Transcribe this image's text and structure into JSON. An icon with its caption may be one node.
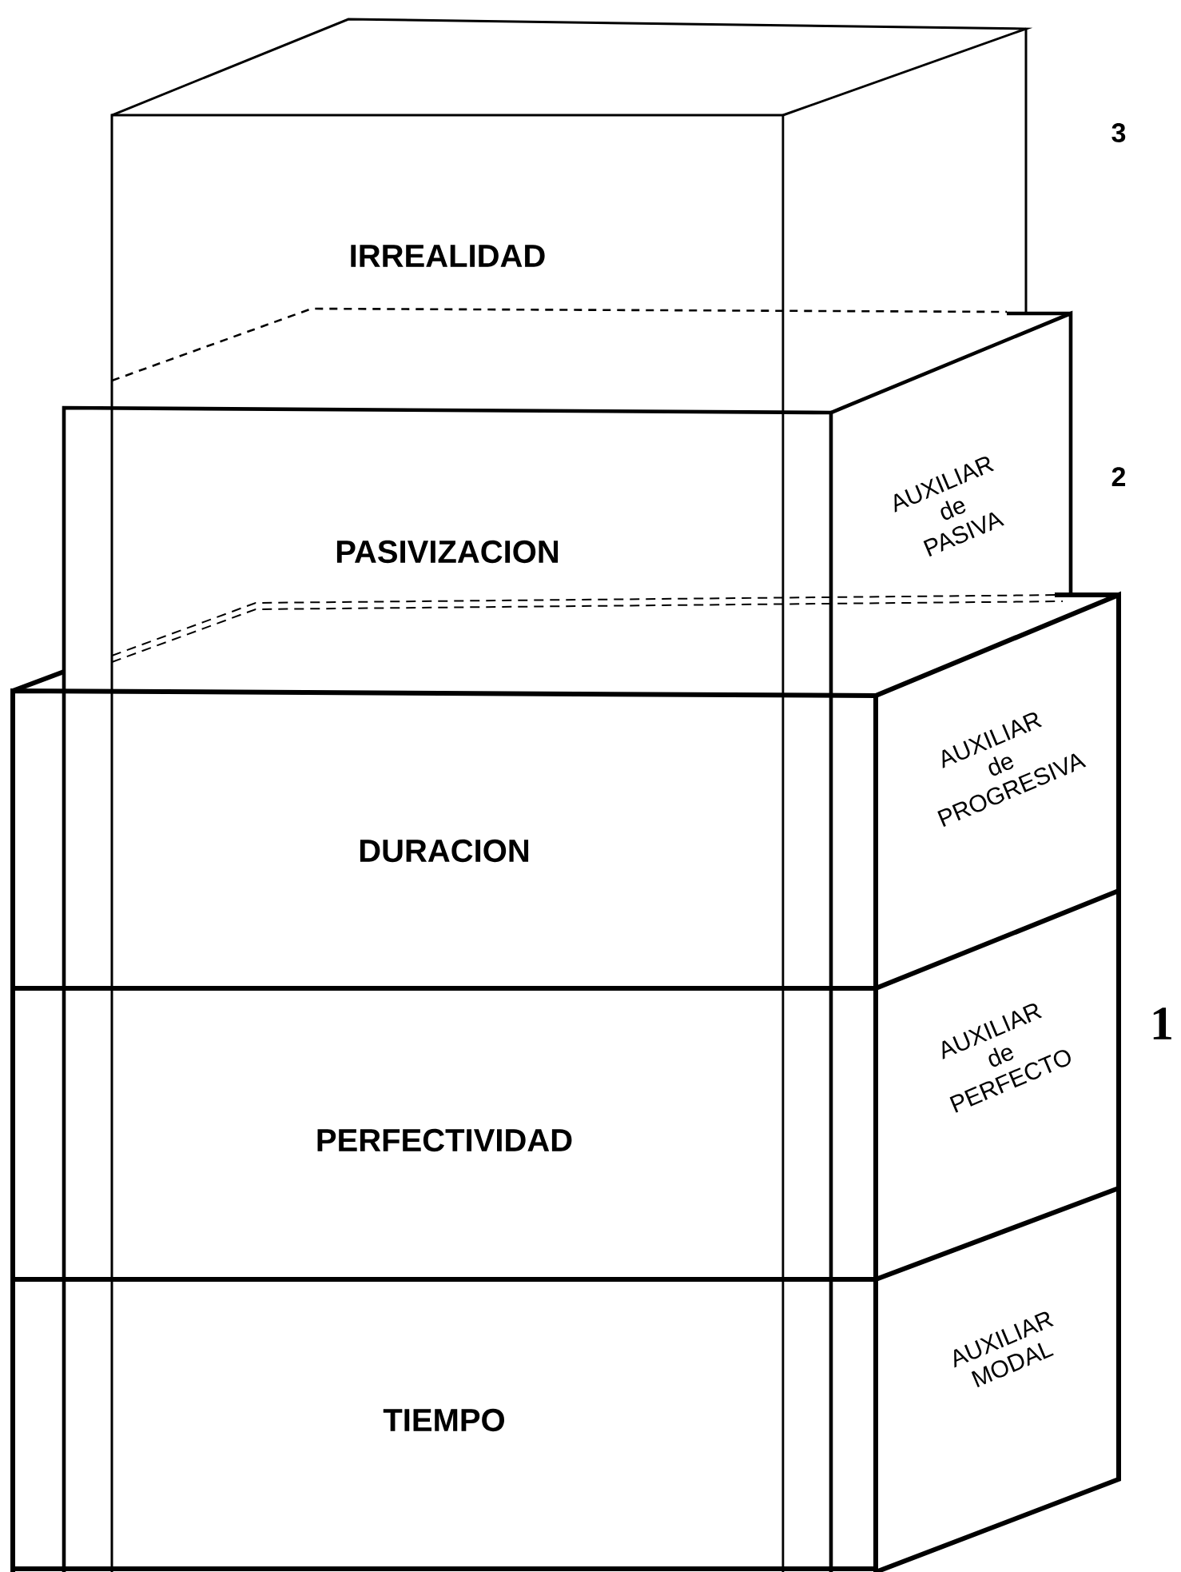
{
  "diagram": {
    "nodes": [
      {
        "text": [
          "IRREALIDAD"
        ]
      },
      {
        "text": [
          "PASIVIZACION"
        ]
      },
      {
        "text": [
          "AUXILIAR de PASIVA"
        ]
      },
      {
        "text": [
          "DURACION"
        ]
      },
      {
        "text": [
          "AUXILIAR de PROGRESIVA"
        ]
      },
      {
        "text": [
          "PERFECTIVIDAD"
        ]
      },
      {
        "text": [
          "AUXILIAR de PERFECTO"
        ]
      },
      {
        "text": [
          "TIEMPO"
        ]
      },
      {
        "text": [
          "AUXILIAR MODAL"
        ]
      }
    ],
    "labels": [
      "3",
      "2",
      "1"
    ]
  }
}
